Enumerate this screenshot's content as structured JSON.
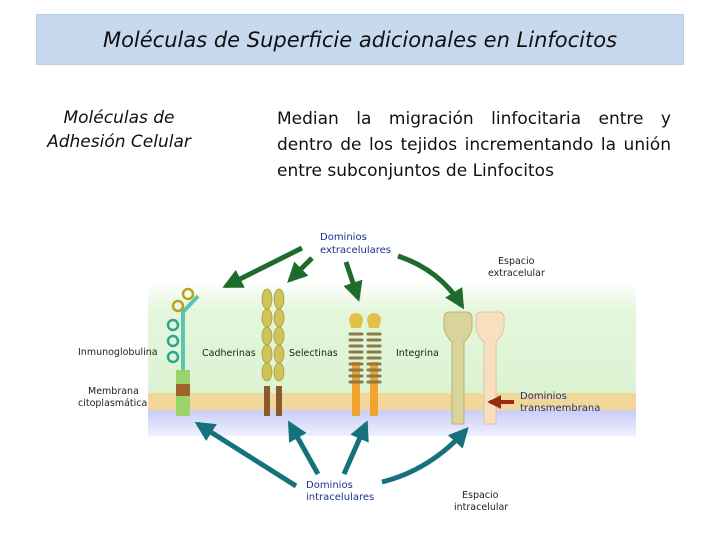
{
  "slide": {
    "title": "Moléculas de Superficie adicionales en Linfocitos",
    "left_label_line1": "Moléculas de",
    "left_label_line2": "Adhesión Celular",
    "description": "Median la migración linfocitaria entre y dentro de los tejidos incrementando la unión entre subconjuntos de Linfocitos"
  },
  "diagram": {
    "dominios_extracelulares_1": "Dominios",
    "dominios_extracelulares_2": "extracelulares",
    "espacio_extracelular_1": "Espacio",
    "espacio_extracelular_2": "extracelular",
    "inmunoglobulina": "Inmunoglobulina",
    "cadherinas": "Cadherinas",
    "selectinas": "Selectinas",
    "integrina": "Integrina",
    "membrana_1": "Membrana",
    "membrana_2": "citoplasmática",
    "dominios_transmembrana_1": "Dominios",
    "dominios_transmembrana_2": "transmembrana",
    "dominios_intracelulares_1": "Dominios",
    "dominios_intracelulares_2": "intracelulares",
    "espacio_intracelular_1": "Espacio",
    "espacio_intracelular_2": "intracelular",
    "colors": {
      "extracellular_bg": "#e4f7dc",
      "membrane": "#f1d79a",
      "intracellular_bg": "#c9cdf6",
      "arrow_green": "#1e6b2b",
      "arrow_teal": "#16727a",
      "arrow_red": "#9a2a12"
    }
  }
}
